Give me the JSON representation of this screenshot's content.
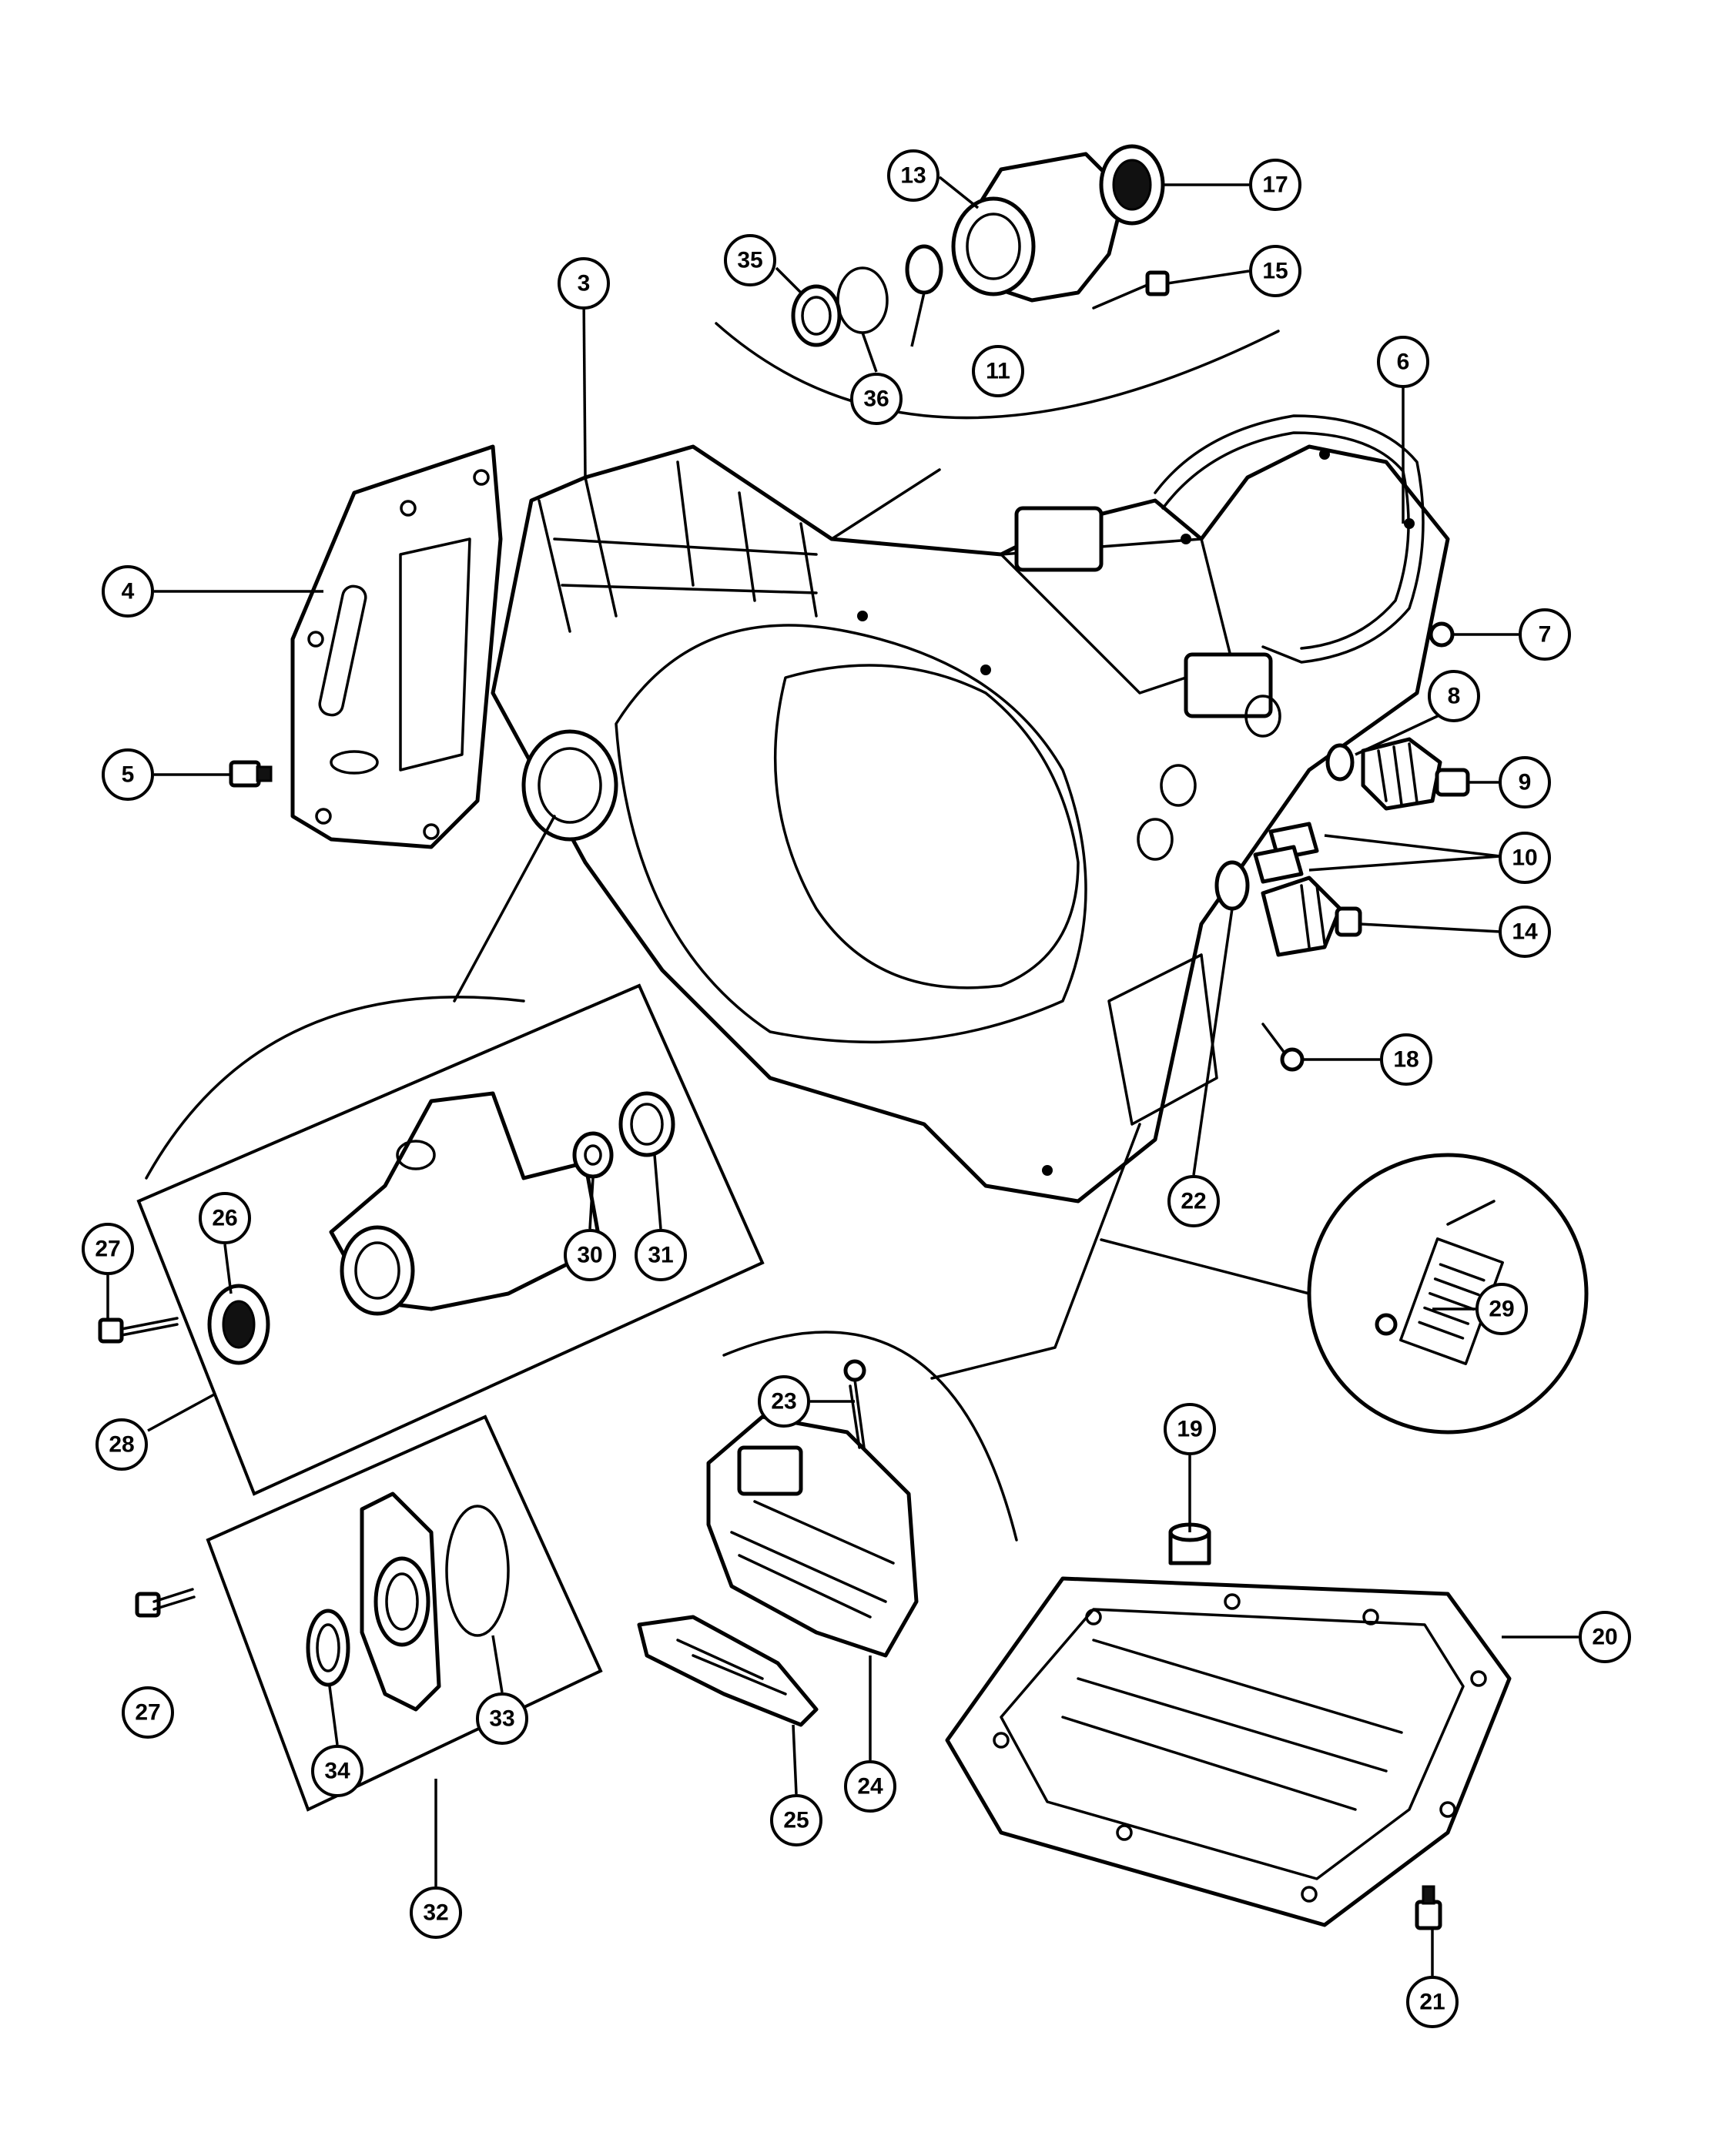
{
  "callouts": [
    {
      "id": "c3",
      "label": "3"
    },
    {
      "id": "c4",
      "label": "4"
    },
    {
      "id": "c5",
      "label": "5"
    },
    {
      "id": "c6",
      "label": "6"
    },
    {
      "id": "c7",
      "label": "7"
    },
    {
      "id": "c8",
      "label": "8"
    },
    {
      "id": "c9",
      "label": "9"
    },
    {
      "id": "c10",
      "label": "10"
    },
    {
      "id": "c11",
      "label": "11"
    },
    {
      "id": "c13",
      "label": "13"
    },
    {
      "id": "c14",
      "label": "14"
    },
    {
      "id": "c15",
      "label": "15"
    },
    {
      "id": "c17",
      "label": "17"
    },
    {
      "id": "c18",
      "label": "18"
    },
    {
      "id": "c19",
      "label": "19"
    },
    {
      "id": "c20",
      "label": "20"
    },
    {
      "id": "c21",
      "label": "21"
    },
    {
      "id": "c22",
      "label": "22"
    },
    {
      "id": "c23",
      "label": "23"
    },
    {
      "id": "c24",
      "label": "24"
    },
    {
      "id": "c25",
      "label": "25"
    },
    {
      "id": "c26",
      "label": "26"
    },
    {
      "id": "c27a",
      "label": "27"
    },
    {
      "id": "c27b",
      "label": "27"
    },
    {
      "id": "c28",
      "label": "28"
    },
    {
      "id": "c29",
      "label": "29"
    },
    {
      "id": "c30",
      "label": "30"
    },
    {
      "id": "c31",
      "label": "31"
    },
    {
      "id": "c32",
      "label": "32"
    },
    {
      "id": "c33",
      "label": "33"
    },
    {
      "id": "c34",
      "label": "34"
    },
    {
      "id": "c35",
      "label": "35"
    },
    {
      "id": "c36",
      "label": "36"
    }
  ]
}
